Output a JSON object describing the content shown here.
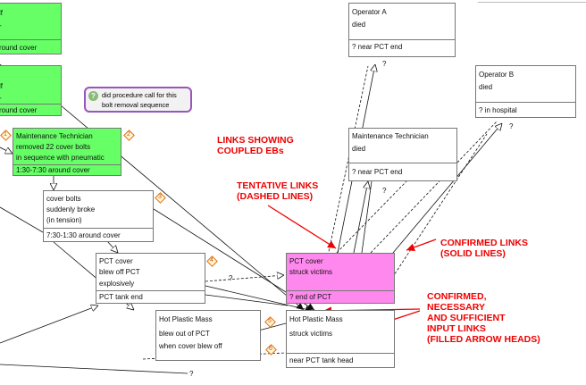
{
  "boxes": {
    "tl1": {
      "l1": "lf",
      "l2": "-",
      "l3": "round cover"
    },
    "tl2": {
      "l1": "lf",
      "l2": "-",
      "l3": "round cover"
    },
    "maint1": {
      "l1": "Maintenance Technician",
      "l2": "removed 22 cover bolts",
      "l3": "in sequence with pneumatic",
      "l4": "1:30-7:30 around cover"
    },
    "bolts": {
      "l1": "cover bolts",
      "l2": "suddenly broke",
      "l3": "(in  tension)",
      "l4": "7:30-1:30 around cover"
    },
    "pct_cover": {
      "l1": "PCT cover",
      "l2": "blew off PCT",
      "l3": "explosively",
      "l4": "PCT tank end"
    },
    "hpm_left": {
      "l1": "Hot Plastic Mass",
      "l2": "blew out of PCT",
      "l3": "when cover blew off"
    },
    "pct_victims": {
      "l1": "PCT cover",
      "l2": "struck victims",
      "l3": "? end of PCT"
    },
    "hpm_right": {
      "l1": "Hot Plastic Mass",
      "l2": "struck victims",
      "l3": "near PCT tank head"
    },
    "opA": {
      "l1": "Operator A",
      "l2": "died",
      "l3": "? near PCT end"
    },
    "opB": {
      "l1": "Operator B",
      "l2": "died",
      "l3": "? in hospital"
    },
    "maint2": {
      "l1": "Maintenance Technician",
      "l2": "died",
      "l3": "? near PCT end"
    }
  },
  "note": {
    "icon": "?",
    "line1": "did procedure call for this",
    "line2": "bolt removal sequence"
  },
  "diamonds": [
    "1",
    "2",
    "3",
    "4",
    "5",
    "6"
  ],
  "question_mark": "?",
  "annotations": {
    "coupled": [
      "LINKS SHOWING",
      "COUPLED EBs"
    ],
    "tentative": [
      "TENTATIVE LINKS",
      "(DASHED LINES)"
    ],
    "confirmed": [
      "CONFIRMED LINKS",
      "(SOLID LINES)"
    ],
    "necessary": [
      "CONFIRMED,",
      "NECESSARY",
      "AND SUFFICIENT",
      "INPUT LINKS",
      "(FILLED ARROW HEADS)"
    ]
  },
  "colors": {
    "green": "#66ff66",
    "pink": "#ff88ee",
    "red": "#ee0000",
    "line": "#111111"
  }
}
